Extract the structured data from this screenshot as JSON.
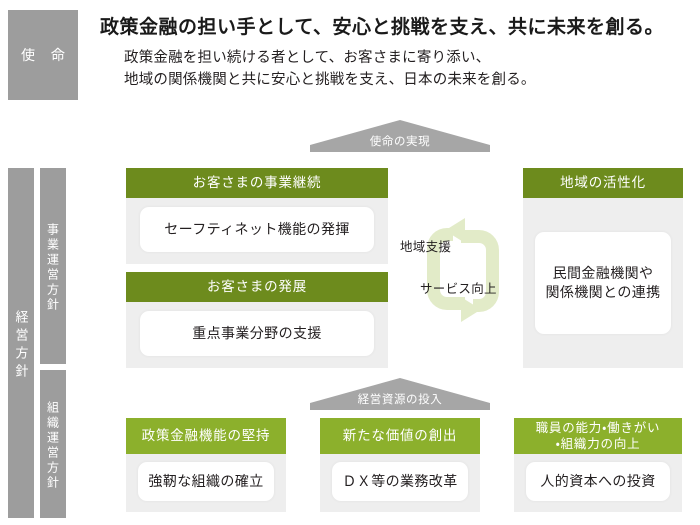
{
  "mission": {
    "label": "使 命",
    "title": "政策金融の担い手として、安心と挑戦を支え、共に未来を創る。",
    "subtitle": "政策金融を担い続ける者として、お客さまに寄り添い、\n地域の関係機関と共に安心と挑戦を支え、日本の未来を創る。"
  },
  "arrows": {
    "mission_realization": "使命の実現",
    "resource_input": "経営資源の投入"
  },
  "rails": {
    "management_policy": "経営方針",
    "business_policy": "事業運営方針",
    "organization_policy": "組織運営方針"
  },
  "business_cards": [
    {
      "header": "お客さまの事業継続",
      "item": "セーフティネット機能の発揮"
    },
    {
      "header": "お客さまの発展",
      "item": "重点事業分野の支援"
    },
    {
      "header": "地域の活性化",
      "item": "民間金融機関や\n関係機関との連携"
    }
  ],
  "cycle": {
    "top_label": "地域支援",
    "bottom_label": "サービス向上"
  },
  "organization_cards": [
    {
      "header": "政策金融機能の堅持",
      "item": "強靭な組織の確立"
    },
    {
      "header": "新たな価値の創出",
      "item": "ＤＸ等の業務改革"
    },
    {
      "header": "職員の能力・働きがい\n・組織力の向上",
      "item": "人的資本への投資"
    }
  ],
  "colors": {
    "gray_rail": "#9d9d9d",
    "arrow_gray": "#a6a6a6",
    "green_dark": "#6d8b1d",
    "green_light": "#8cb02c",
    "panel_gray": "#eeeeee",
    "cycle_green": "#e2ebc8"
  }
}
